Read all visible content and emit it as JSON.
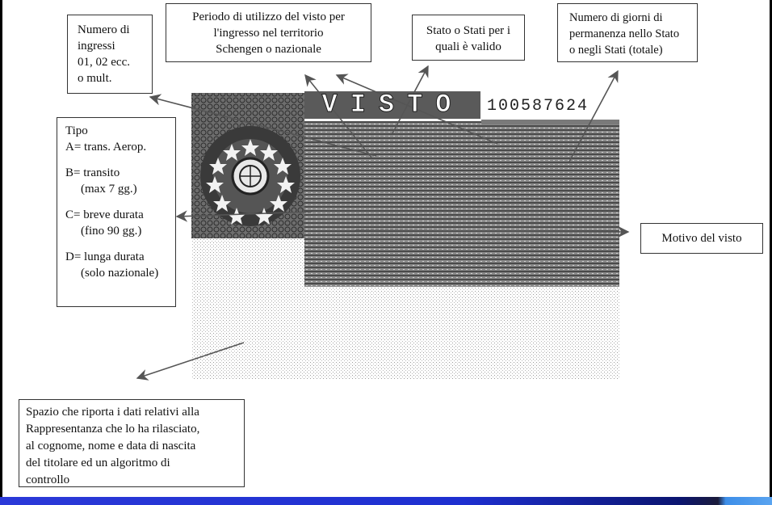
{
  "visa": {
    "label": "VISTO",
    "number": "100587624"
  },
  "callouts": {
    "ingressi": [
      "Numero di",
      "ingressi",
      "01, 02 ecc.",
      "o mult."
    ],
    "periodo": [
      "Periodo di utilizzo del visto per",
      "l'ingresso nel territorio",
      "Schengen o nazionale"
    ],
    "stati": [
      "Stato o Stati per i",
      "quali è valido"
    ],
    "giorni": [
      "Numero di giorni di",
      "permanenza nello Stato",
      "o negli Stati (totale)"
    ],
    "tipo": {
      "title": "Tipo",
      "a": "A= trans. Aerop.",
      "b": "B= transito",
      "b_note": "(max 7 gg.)",
      "c": "C= breve durata",
      "c_note": "(fino 90 gg.)",
      "d": "D= lunga durata",
      "d_note": "(solo nazionale)"
    },
    "motivo": "Motivo del visto",
    "spazio": [
      "Spazio che riporta i dati relativi alla",
      "Rappresentanza che lo ha rilasciato,",
      "al cognome, nome e data di  nascita",
      "del titolare ed un algoritmo di",
      "controllo"
    ]
  }
}
